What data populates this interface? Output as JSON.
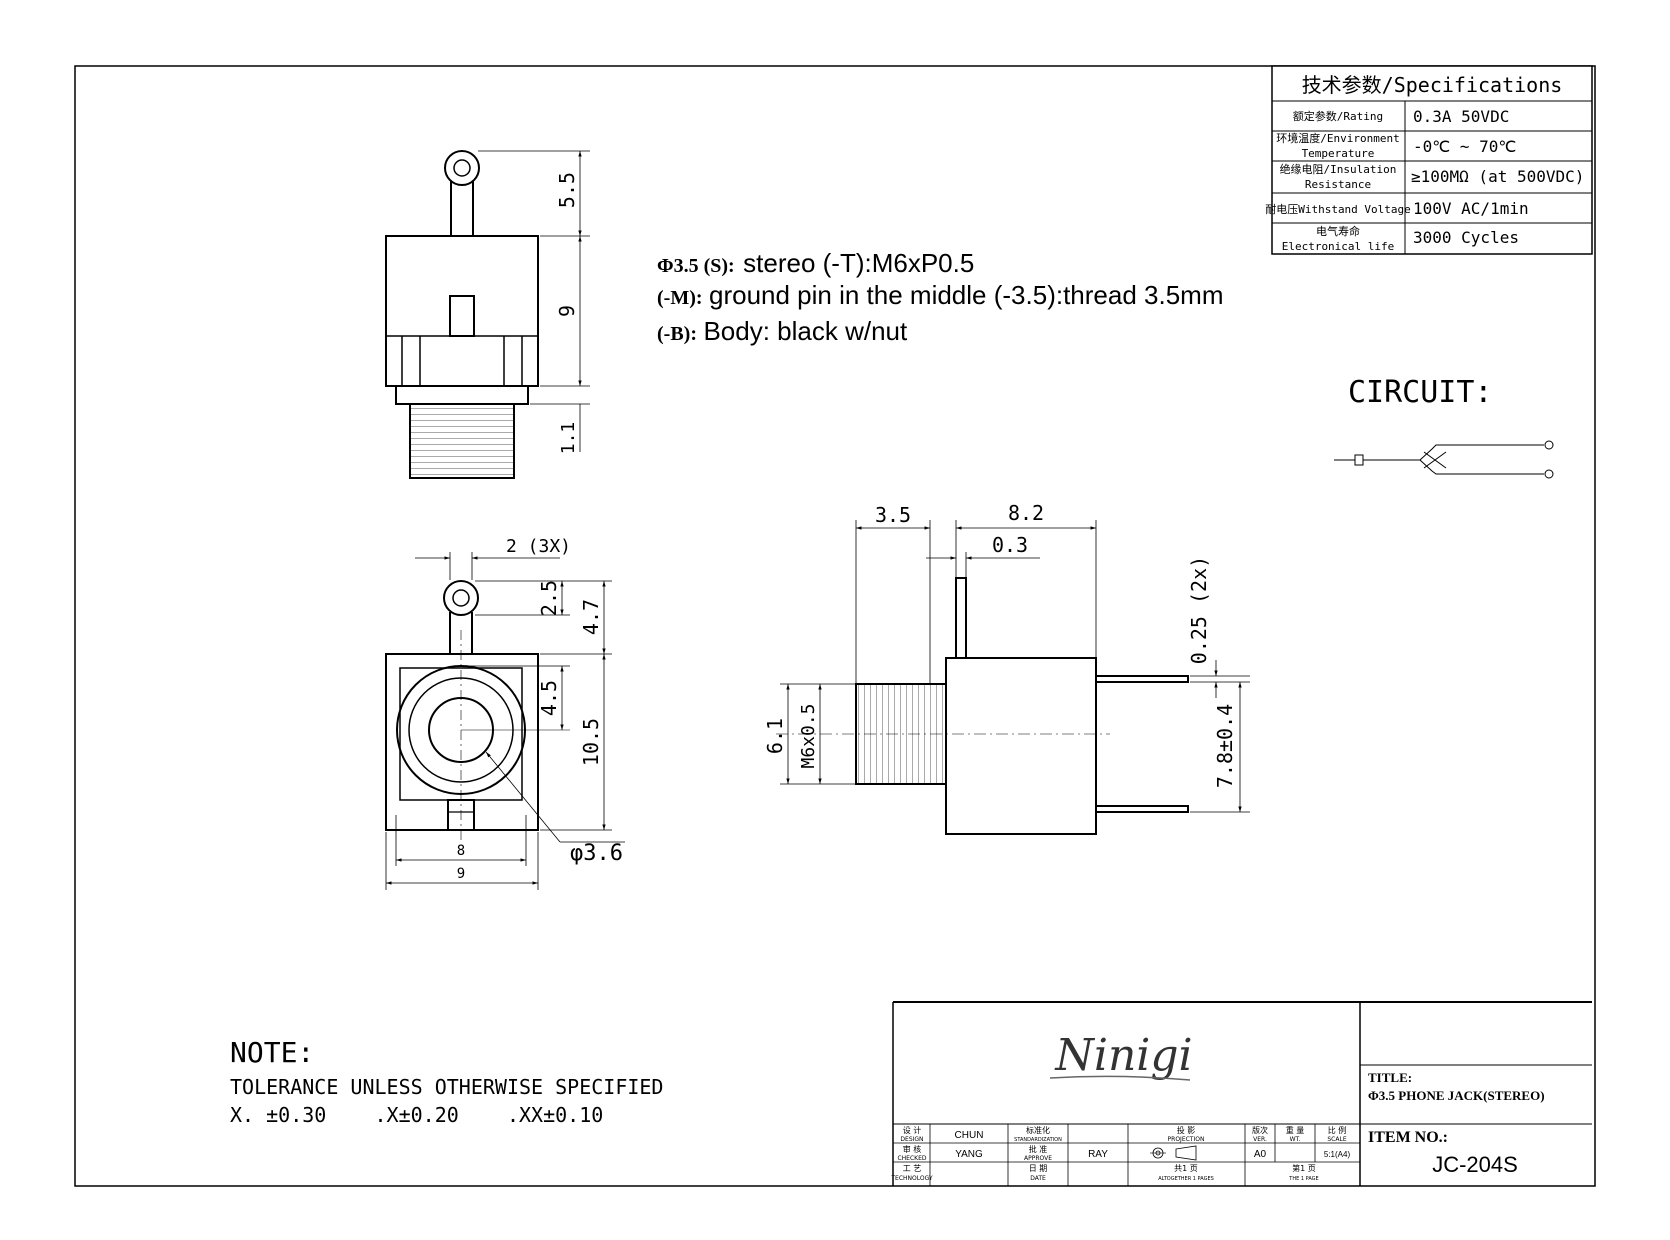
{
  "specs": {
    "title": "技术参数/Specifications",
    "rows": [
      {
        "label_cn": "额定参数/Rating",
        "label_en": "",
        "value": "0.3A 50VDC"
      },
      {
        "label_cn": "环境温度/Environment",
        "label_en": "Temperature",
        "value": "-0℃ ~ 70℃"
      },
      {
        "label_cn": "绝缘电阻/Insulation",
        "label_en": "Resistance",
        "value": "≥100MΩ (at 500VDC)"
      },
      {
        "label_cn": "耐电压Withstand Voltage",
        "label_en": "",
        "value": "100V AC/1min"
      },
      {
        "label_cn": "电气寿命",
        "label_en": "Electronical life",
        "value": "3000 Cycles"
      }
    ]
  },
  "description": {
    "line1_code": "Φ3.5 (S):",
    "line1_text": "stereo (-T):M6xP0.5",
    "line2_code": "(-M):",
    "line2_text": "ground pin in the middle (-3.5):thread 3.5mm",
    "line3_code": "(-B):",
    "line3_text": "Body: black w/nut"
  },
  "circuit": {
    "label": "CIRCUIT:"
  },
  "dimensions": {
    "top_view": {
      "d1": "5.5",
      "d2": "9",
      "d3": "1.1"
    },
    "front_view": {
      "pin_width": "2 (3X)",
      "d_2_5": "2.5",
      "d_4_7": "4.7",
      "d_4_5": "4.5",
      "d_10_5": "10.5",
      "w_8": "8",
      "w_9": "9",
      "hole": "φ3.6"
    },
    "side_view": {
      "d_3_5": "3.5",
      "d_8_2": "8.2",
      "d_0_3": "0.3",
      "d_0_25": "0.25 (2x)",
      "d_6_1": "6.1",
      "thread": "M6x0.5",
      "pin_span": "7.8±0.4"
    }
  },
  "note": {
    "title": "NOTE:",
    "line1": "TOLERANCE UNLESS OTHERWISE SPECIFIED",
    "line2": "X. ±0.30    .X±0.20    .XX±0.10"
  },
  "titleblock": {
    "logo": "Ninigi",
    "title_label": "TITLE:",
    "title_value": "Φ3.5 PHONE JACK(STEREO)",
    "item_label": "ITEM NO.:",
    "item_value": "JC-204S",
    "design_cn": "设 计",
    "design_en": "DESIGN",
    "design_name": "CHUN",
    "checked_cn": "审 核",
    "checked_en": "CHECKED",
    "checked_name": "YANG",
    "tech_cn": "工 艺",
    "tech_en": "TECHNOLOGY",
    "std_cn": "标准化",
    "std_en": "STANDARDIZATION",
    "approve_cn": "批 准",
    "approve_en": "APPROVE",
    "approve_name": "RAY",
    "date_cn": "日 期",
    "date_en": "DATE",
    "proj_cn": "投 影",
    "proj_en": "PROJECTION",
    "ver_cn": "版次",
    "ver_en": "VER.",
    "ver_value": "A0",
    "wt_cn": "重 量",
    "wt_en": "WT.",
    "scale_cn": "比 例",
    "scale_en": "SCALE",
    "scale_value": "5:1(A4)",
    "pages_cn": "共1 页",
    "pages_en": "ALTOGETHER 1 PAGES",
    "page_cn": "第1 页",
    "page_en": "THE 1 PAGE"
  }
}
